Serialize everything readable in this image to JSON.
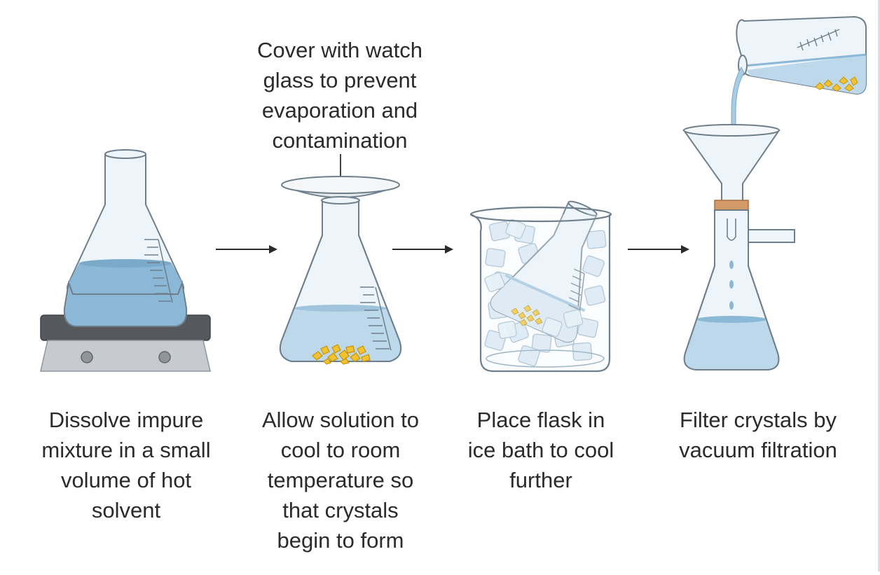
{
  "diagram": {
    "steps": [
      {
        "id": "dissolve",
        "caption": "Dissolve impure\nmixture in a small\nvolume of hot\nsolvent"
      },
      {
        "id": "cool",
        "caption": "Allow solution to\ncool to room\ntemperature so\nthat crystals\nbegin to form"
      },
      {
        "id": "ice-bath",
        "caption": "Place flask in\nice bath to cool\nfurther"
      },
      {
        "id": "filter",
        "caption": "Filter crystals by\nvacuum filtration"
      }
    ],
    "watch_glass_note": "Cover with watch\nglass to prevent\nevaporation and\ncontamination"
  },
  "colors": {
    "text": "#2b2b2b",
    "glass_fill": "#eef5fa",
    "glass_stroke": "#6e7f8c",
    "liquid": "#8ab8d6",
    "liquid_light": "#bcd8ea",
    "crystal": "#f1c232",
    "crystal_stroke": "#c79500",
    "hotplate_top": "#55595e",
    "hotplate_body": "#c7cbcf",
    "stopper": "#d39a6a",
    "arrow": "#2b2b2b"
  }
}
